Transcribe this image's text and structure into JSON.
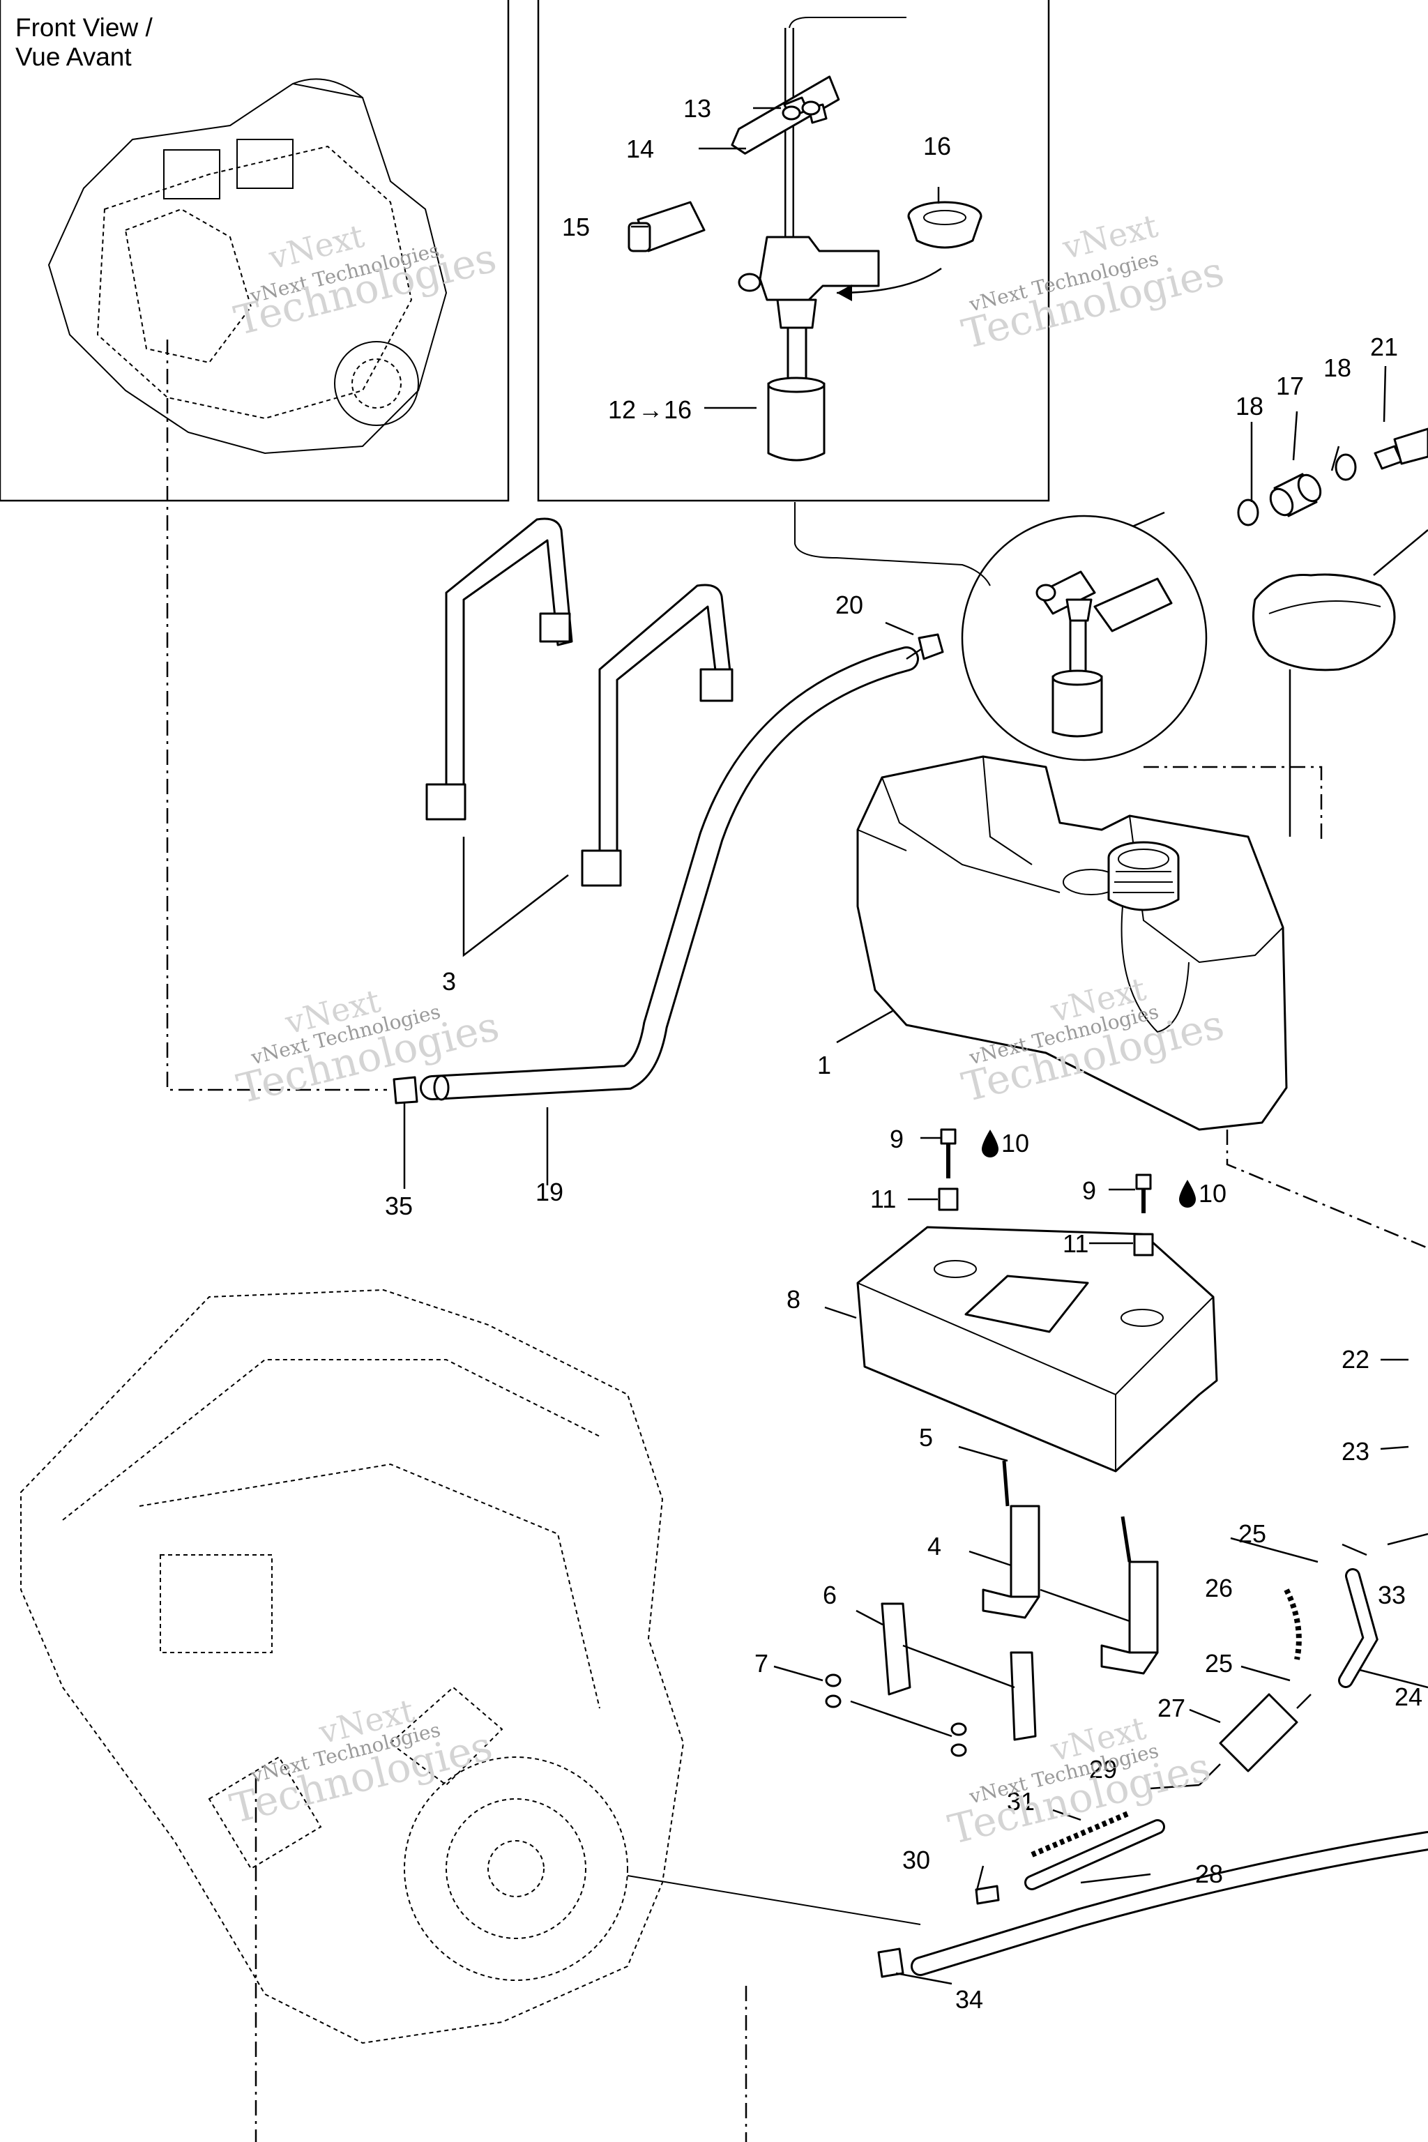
{
  "view_label": {
    "line1": "Front View /",
    "line2": "Vue Avant"
  },
  "watermark": {
    "brand": "vNext",
    "company": "vNext Technologies",
    "tech": "Technologies"
  },
  "callouts": {
    "c1": "1",
    "c3": "3",
    "c4": "4",
    "c5": "5",
    "c6": "6",
    "c7": "7",
    "c8": "8",
    "c9a": "9",
    "c10a": "10",
    "c9b": "9",
    "c10b": "10",
    "c11a": "11",
    "c11b": "11",
    "c12": "12",
    "c12_16": "16",
    "c13": "13",
    "c14": "14",
    "c15": "15",
    "c16": "16",
    "c17": "17",
    "c18a": "18",
    "c18b": "18",
    "c19": "19",
    "c20": "20",
    "c21": "21",
    "c22": "22",
    "c23": "23",
    "c24": "24",
    "c25a": "25",
    "c25b": "25",
    "c26": "26",
    "c27": "27",
    "c28": "28",
    "c29": "29",
    "c30": "30",
    "c31": "31",
    "c33": "33",
    "c34": "34",
    "c35": "35"
  },
  "symbols": {
    "arrow": "→",
    "drop": "droplet-icon"
  }
}
